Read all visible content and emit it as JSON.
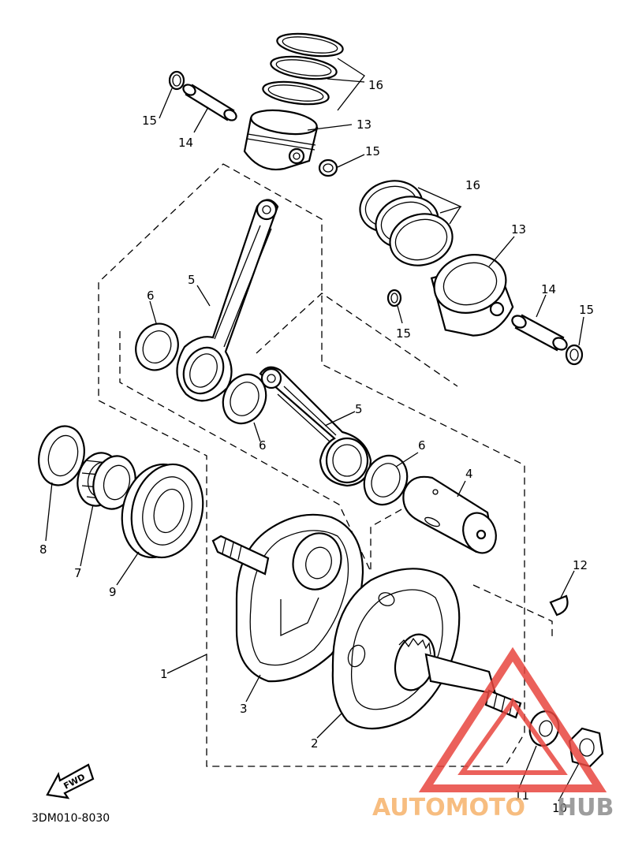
{
  "diagram": {
    "part_code": "3DM010-8030",
    "fwd_label": "FWD",
    "callouts": {
      "c1": "1",
      "c2": "2",
      "c3": "3",
      "c4": "4",
      "c5a": "5",
      "c5b": "5",
      "c6a": "6",
      "c6b": "6",
      "c6c": "6",
      "c7": "7",
      "c8": "8",
      "c9": "9",
      "c10": "10",
      "c11": "11",
      "c12": "12",
      "c13a": "13",
      "c13b": "13",
      "c14a": "14",
      "c14b": "14",
      "c15a": "15",
      "c15b": "15",
      "c15c": "15",
      "c15d": "15",
      "c16a": "16",
      "c16b": "16"
    }
  },
  "watermark": {
    "text_primary": "AUTOMOTO",
    "text_secondary": "HUB",
    "color_primary": "#f6b26b",
    "color_secondary": "#8c8c8c",
    "triangle_color": "#e8463f"
  }
}
